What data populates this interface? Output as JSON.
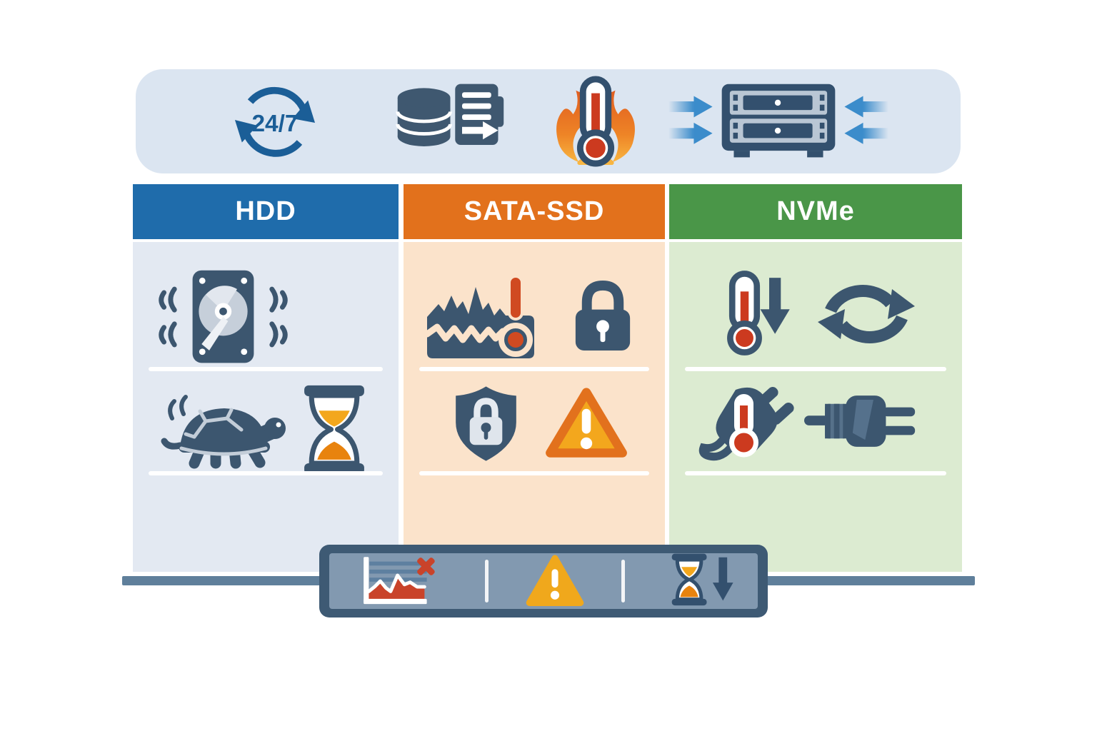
{
  "banner": {
    "background": "#dbe5f1",
    "icons": [
      {
        "name": "uptime-24-7-icon",
        "label": "24/7"
      },
      {
        "name": "database-transfer-icon"
      },
      {
        "name": "overheating-thermometer-flame-icon"
      },
      {
        "name": "server-load-arrows-icon"
      }
    ]
  },
  "columns": [
    {
      "label": "HDD",
      "header_color": "#1f6cab",
      "body_color": "#e3e9f2",
      "rows": [
        {
          "icons": [
            "hdd-vibration-icon"
          ]
        },
        {
          "icons": [
            "turtle-slow-icon",
            "hourglass-icon"
          ]
        }
      ]
    },
    {
      "label": "SATA-SSD",
      "header_color": "#e2711c",
      "body_color": "#fbe3cb",
      "rows": [
        {
          "icons": [
            "fragmentation-alert-icon",
            "padlock-icon"
          ]
        },
        {
          "icons": [
            "shield-lock-icon",
            "warning-triangle-icon"
          ]
        }
      ]
    },
    {
      "label": "NVMe",
      "header_color": "#4a9648",
      "body_color": "#dcebd1",
      "rows": [
        {
          "icons": [
            "thermometer-down-icon",
            "sync-arrows-icon"
          ]
        },
        {
          "icons": [
            "thermal-plug-icon",
            "power-plug-icon"
          ]
        }
      ]
    }
  ],
  "baseline": {
    "color": "#5f7f9b"
  },
  "toolbar": {
    "border_color": "#3e5a74",
    "background": "#8299b0",
    "icons": [
      "performance-drop-chart-icon",
      "warning-triangle-icon",
      "hourglass-down-icon"
    ]
  },
  "colors": {
    "icon_slate": "#3c566f",
    "accent_red": "#c9432a",
    "amber": "#f3a71d",
    "orange": "#e8830e",
    "arrow_blue": "#3b8ccb",
    "banner_blue": "#1b5e97"
  }
}
